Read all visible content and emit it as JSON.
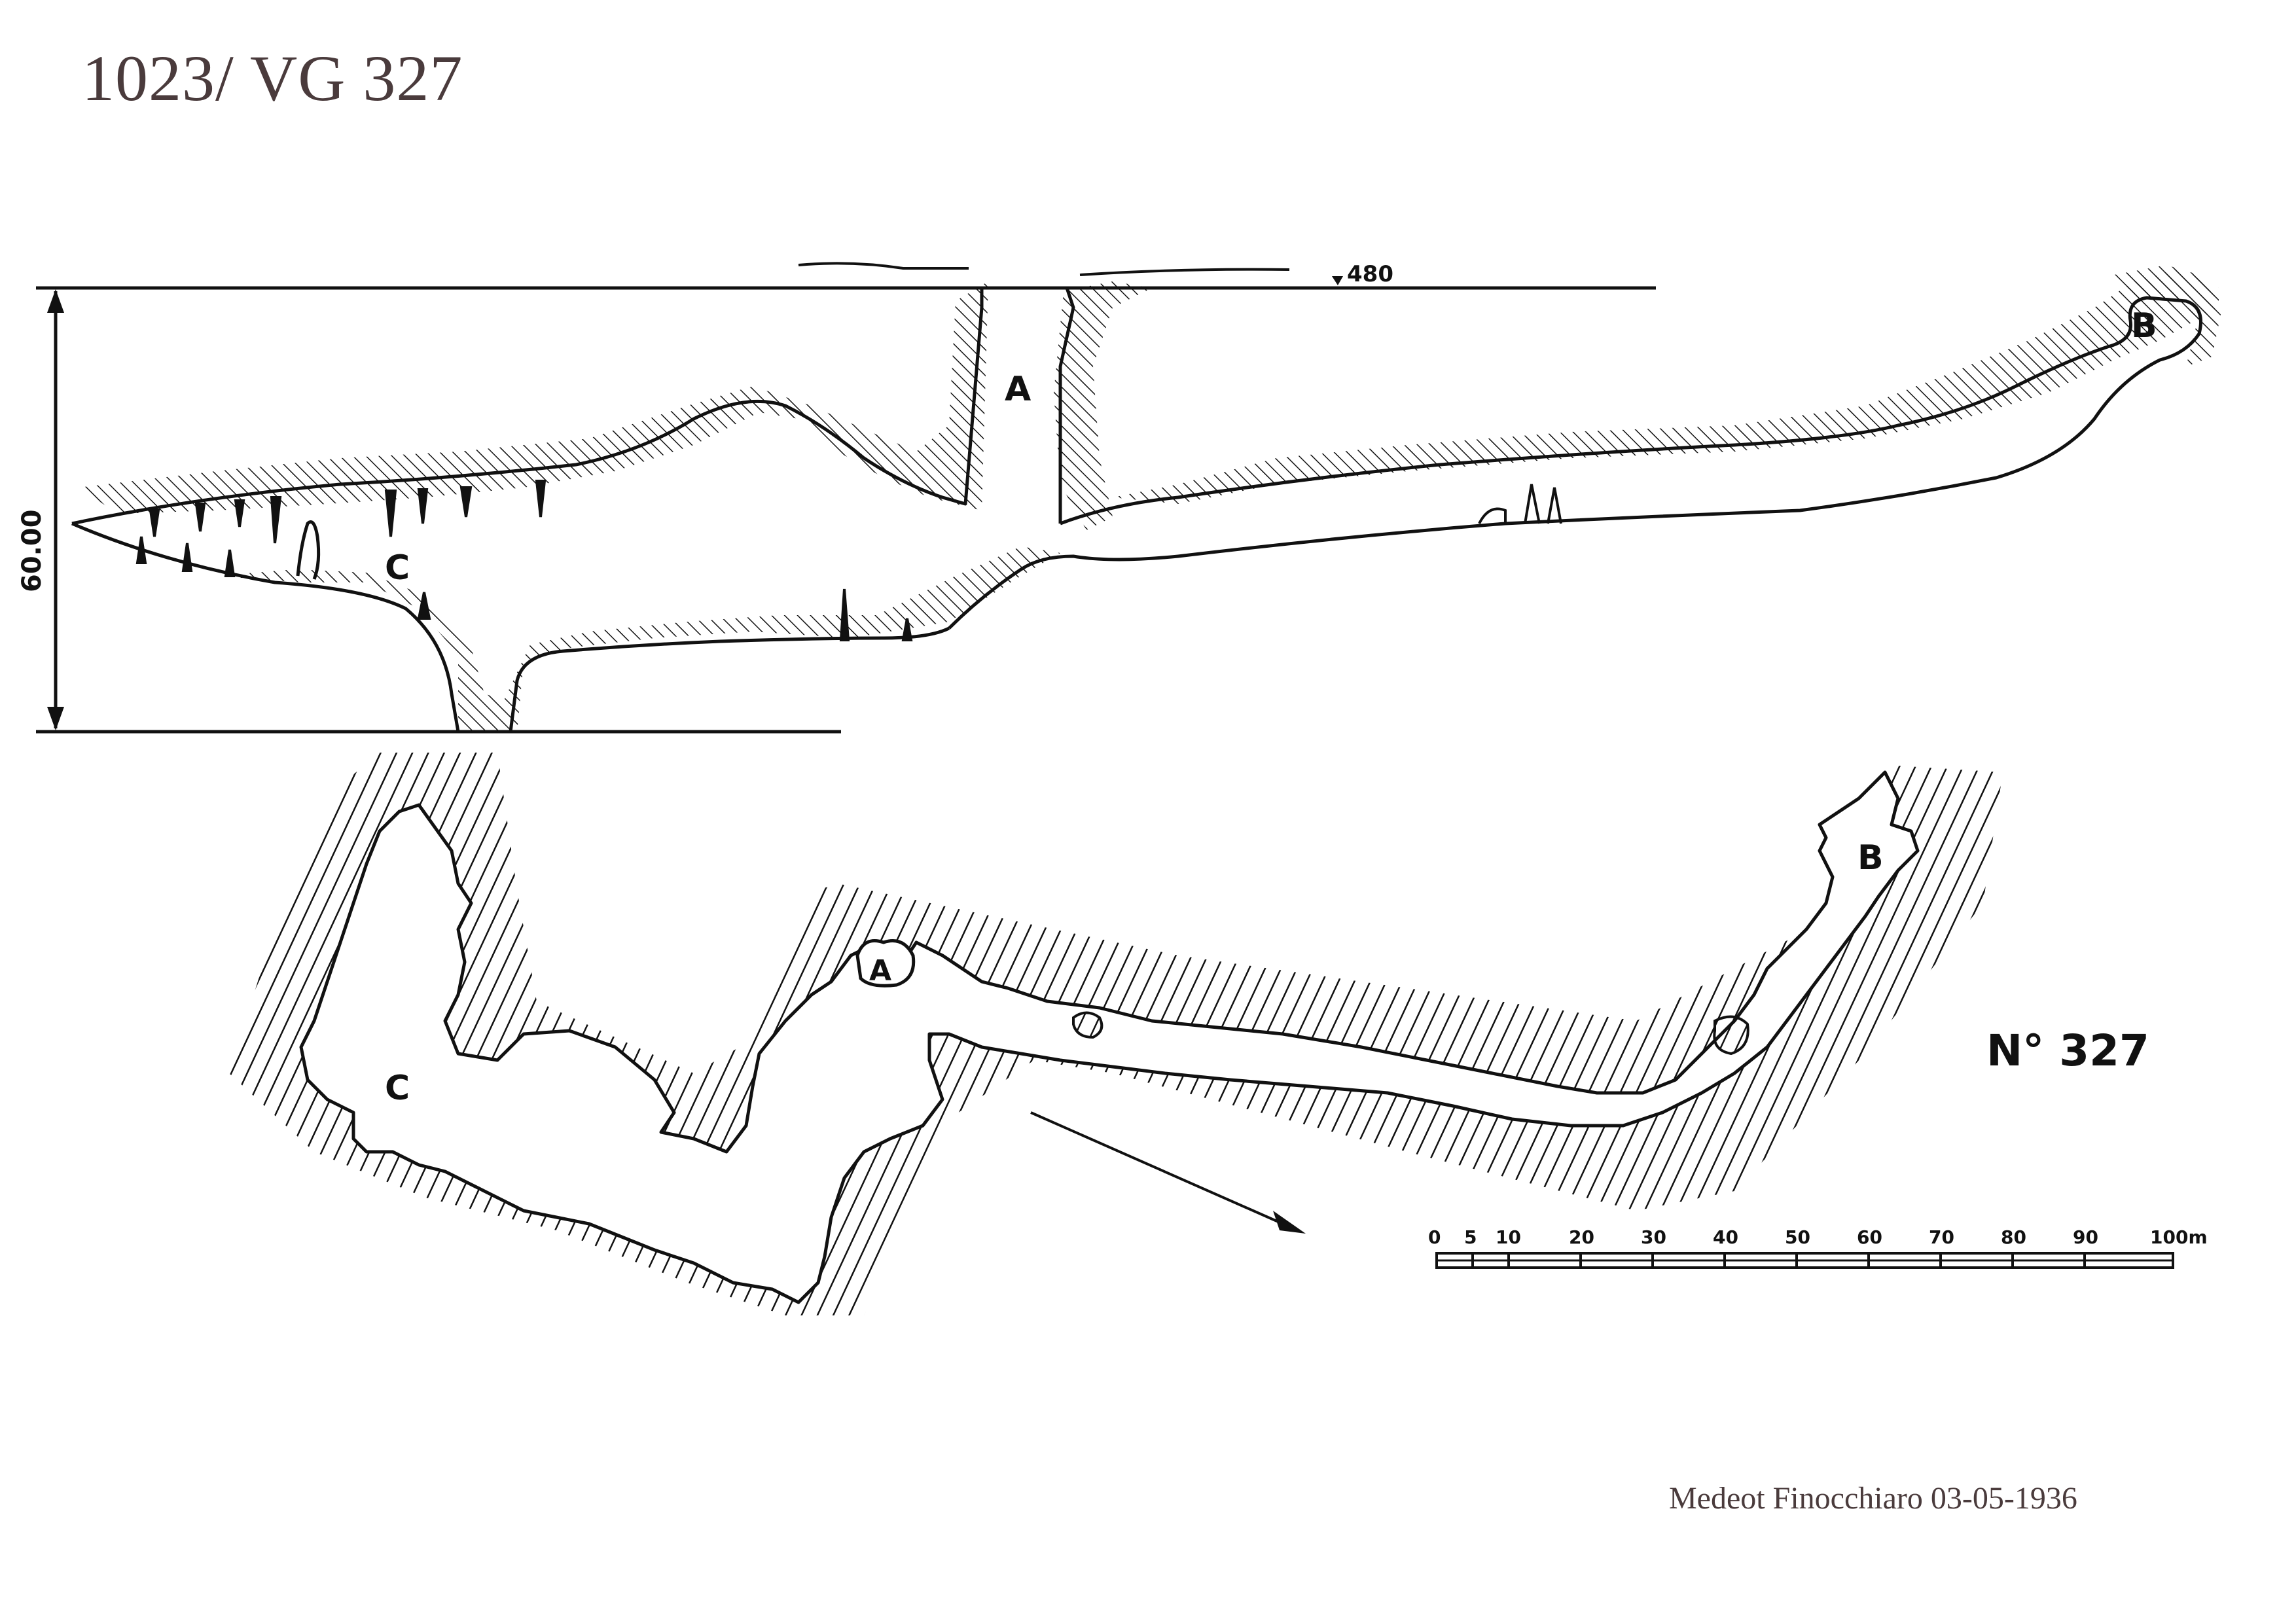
{
  "header": {
    "title": "1023/ VG 327"
  },
  "profile": {
    "elevation_label": "480",
    "depth_label": "60.00",
    "point_a": "A",
    "point_b": "B",
    "point_c": "C"
  },
  "plan": {
    "point_a": "A",
    "point_b": "B",
    "point_c": "C",
    "cave_number": "N° 327"
  },
  "scale_bar": {
    "ticks": [
      "0",
      "5",
      "10",
      "20",
      "30",
      "40",
      "50",
      "60",
      "70",
      "80",
      "90"
    ],
    "end_label": "100m"
  },
  "footer": {
    "credit": "Medeot  Finocchiaro 03-05-1936"
  },
  "colors": {
    "ink": "#111111",
    "title": "#4a3b3c"
  }
}
